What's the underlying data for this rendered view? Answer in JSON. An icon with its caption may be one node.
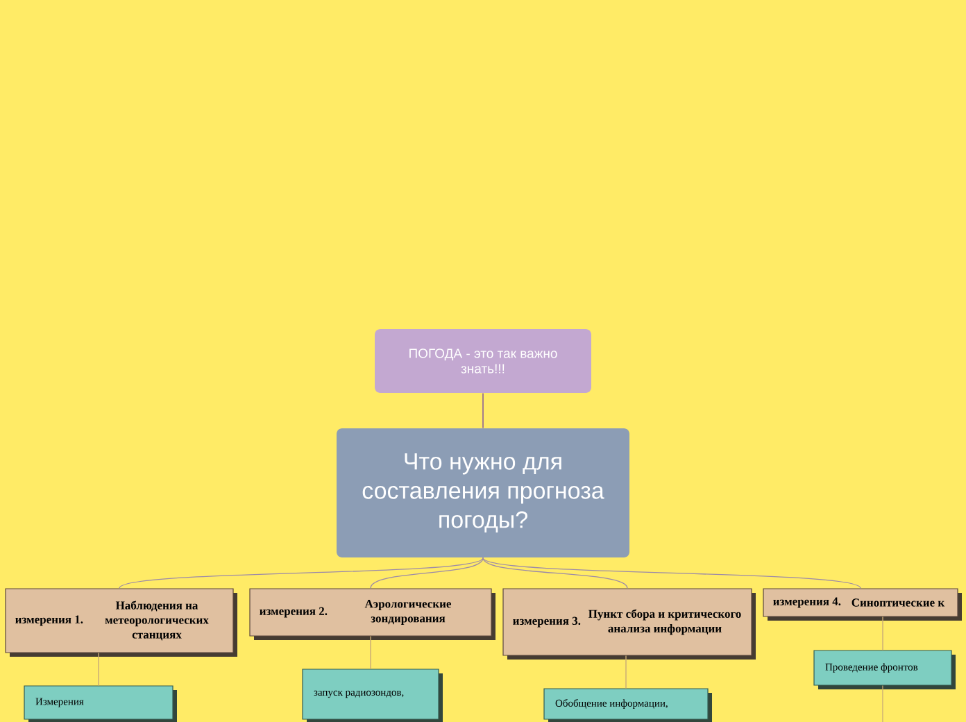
{
  "diagram": {
    "nodes": [
      {
        "text": [
          "ПОГОДА - это так важно знать!!!"
        ]
      },
      {
        "text": [
          "Что нужно для составления прогноза погоды?"
        ]
      },
      {
        "text": [
          "измерения 1.",
          "Наблюдения на метеорологических станциях"
        ]
      },
      {
        "text": [
          "измерения 2.",
          "Аэрологические зондирования"
        ]
      },
      {
        "text": [
          "измерения 3.",
          "Пункт сбора и критического анализа информации"
        ]
      },
      {
        "text": [
          "измерения 4.",
          "Синоптические к"
        ]
      },
      {
        "text": [
          "Измерения"
        ]
      },
      {
        "text": [
          "запуск радиозондов,"
        ]
      },
      {
        "text": [
          "Обобщение информации,"
        ]
      },
      {
        "text": [
          "Проведение фронтов"
        ]
      }
    ],
    "edges": [
      {
        "from": 0,
        "to": 1,
        "arrow": "none",
        "color": "#7b4f9e"
      },
      {
        "from": 1,
        "to": 2,
        "arrow": "none",
        "color": "#9c8aa8"
      },
      {
        "from": 1,
        "to": 3,
        "arrow": "none",
        "color": "#9c8aa8"
      },
      {
        "from": 1,
        "to": 4,
        "arrow": "none",
        "color": "#9c8aa8"
      },
      {
        "from": 1,
        "to": 5,
        "arrow": "none",
        "color": "#9c8aa8"
      },
      {
        "from": 2,
        "to": 6,
        "arrow": "none"
      },
      {
        "from": 3,
        "to": 7,
        "arrow": "none"
      },
      {
        "from": 4,
        "to": 8,
        "arrow": "none"
      },
      {
        "from": 5,
        "to": 9,
        "arrow": "none"
      },
      {
        "from": 9,
        "to": null,
        "arrow": "none"
      }
    ]
  }
}
